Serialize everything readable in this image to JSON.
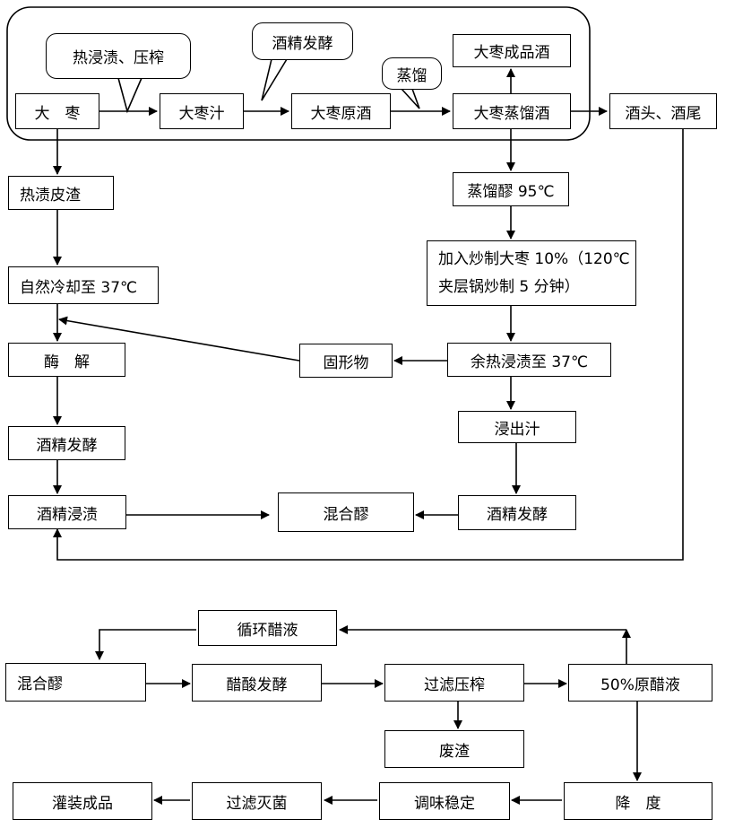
{
  "top_group": {
    "bubbles": {
      "hot_soak_press": "热浸渍、压榨",
      "alcohol_ferment": "酒精发酵",
      "distill": "蒸馏"
    },
    "jujube": "大　枣",
    "jujube_juice": "大枣汁",
    "jujube_base_wine": "大枣原酒",
    "jujube_distilled_wine": "大枣蒸馏酒",
    "jujube_finished_wine": "大枣成品酒"
  },
  "heads_tails": "酒头、酒尾",
  "left_column": {
    "hot_soak_residue": "热渍皮渣",
    "natural_cool": "自然冷却至 37℃",
    "enzymolysis": "酶　解",
    "alcohol_ferment": "酒精发酵",
    "alcohol_soak": "酒精浸渍"
  },
  "right_column": {
    "distill_mash": "蒸馏醪 95℃",
    "add_fried_line1": "加入炒制大枣 10%（120℃",
    "add_fried_line2": "夹层锅炒制 5 分钟）",
    "residual_heat_soak": "余热浸渍至 37℃",
    "extract_juice": "浸出汁",
    "alcohol_ferment": "酒精发酵"
  },
  "solids": "固形物",
  "mixed_mash_1": "混合醪",
  "bottom": {
    "recycle_vinegar": "循环醋液",
    "mixed_mash": "混合醪",
    "acetic_ferment": "醋酸发酵",
    "filter_press": "过滤压榨",
    "raw_vinegar_50": "50%原醋液",
    "waste_residue": "废渣",
    "bottling": "灌装成品",
    "filter_sterilize": "过滤灭菌",
    "flavor_stabilize": "调味稳定",
    "dilute": "降　度"
  }
}
